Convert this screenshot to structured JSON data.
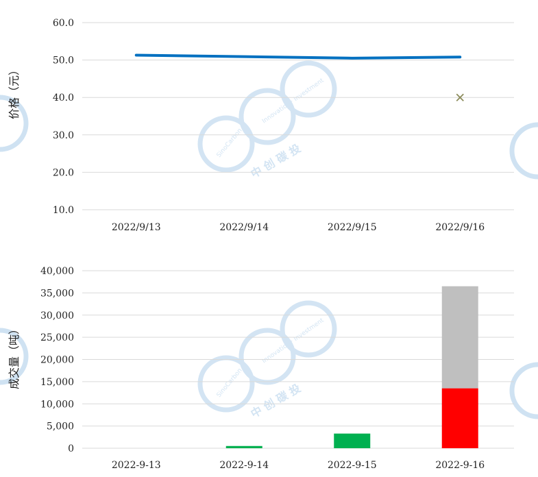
{
  "watermark": {
    "brand": "SinoCarbon",
    "sub": "Innovation · Investment",
    "cn": "中 创 碳 投",
    "color": "#cfe2f2"
  },
  "chart_data": [
    {
      "type": "line",
      "ylabel": "价格（元）",
      "ylim": [
        10,
        60
      ],
      "yticks": [
        "10.0",
        "20.0",
        "30.0",
        "40.0",
        "50.0",
        "60.0"
      ],
      "ytick_values": [
        10,
        20,
        30,
        40,
        50,
        60
      ],
      "categories": [
        "2022/9/13",
        "2022/9/14",
        "2022/9/15",
        "2022/9/16"
      ],
      "series": [
        {
          "values": [
            51.3,
            50.9,
            50.5,
            50.8
          ],
          "color": "#0070c0",
          "marker": "none"
        },
        {
          "values": [
            null,
            null,
            null,
            40.0
          ],
          "color": "#8b8b5a",
          "marker": "x"
        }
      ],
      "grid": true
    },
    {
      "type": "bar",
      "stacked": true,
      "ylabel": "成交量（吨）",
      "ylim": [
        0,
        40000
      ],
      "yticks": [
        "0",
        "5,000",
        "10,000",
        "15,000",
        "20,000",
        "25,000",
        "30,000",
        "35,000",
        "40,000"
      ],
      "ytick_values": [
        0,
        5000,
        10000,
        15000,
        20000,
        25000,
        30000,
        35000,
        40000
      ],
      "categories": [
        "2022-9-13",
        "2022-9-14",
        "2022-9-15",
        "2022-9-16"
      ],
      "series": [
        {
          "values": [
            0,
            500,
            3300,
            0
          ],
          "color": "#00b050"
        },
        {
          "values": [
            0,
            0,
            0,
            13500
          ],
          "color": "#ff0000"
        },
        {
          "values": [
            0,
            0,
            0,
            23000
          ],
          "color": "#bfbfbf"
        }
      ],
      "grid": true
    }
  ]
}
